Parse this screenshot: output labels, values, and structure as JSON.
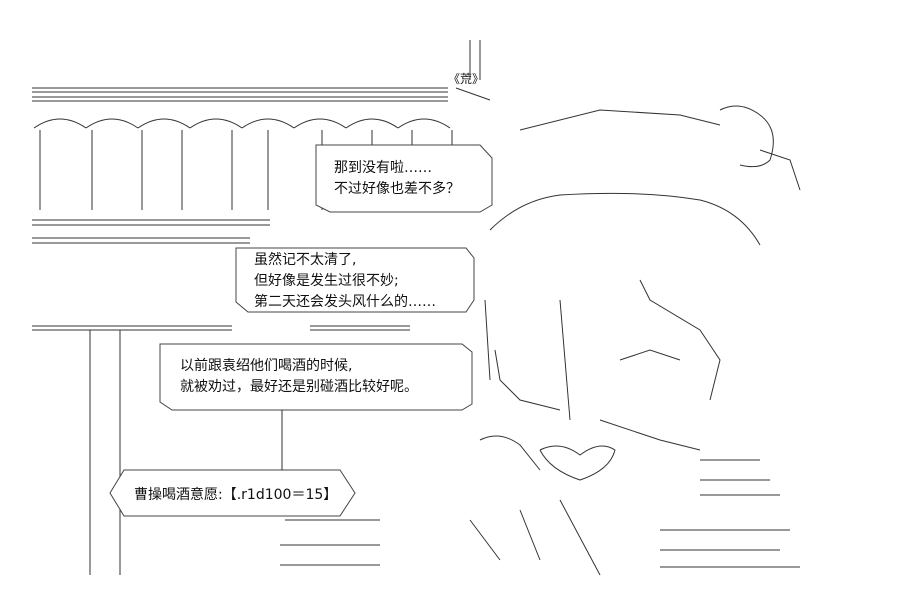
{
  "bubbles": [
    {
      "lines": [
        "那到没有啦……",
        "不过好像也差不多？"
      ]
    },
    {
      "lines": [
        "虽然记不太清了,",
        "但好像是发生过很不妙;",
        "第二天还会发头风什么的……"
      ]
    },
    {
      "lines": [
        "以前跟袁绍他们喝酒的时候,",
        "就被劝过，最好还是别碰酒比较好呢。"
      ]
    }
  ],
  "dice_box": {
    "text": "曹操喝酒意愿:【.r1d100＝15】"
  },
  "sign": {
    "text": "《荒》"
  }
}
